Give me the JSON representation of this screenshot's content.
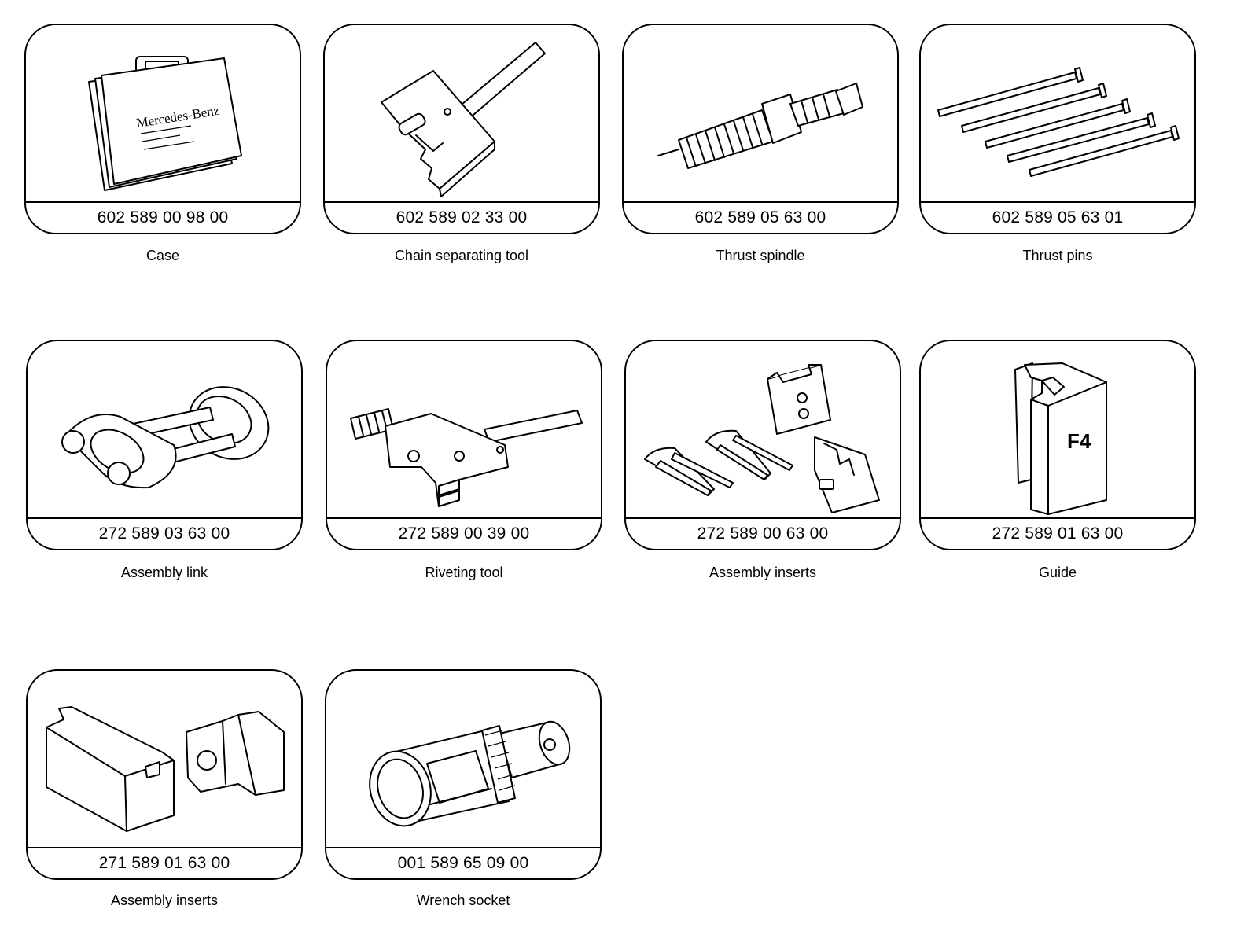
{
  "tools": [
    {
      "part_number": "602 589 00 98 00",
      "name": "Case",
      "icon": "case-icon",
      "case_brand": "Mercedes-Benz"
    },
    {
      "part_number": "602 589 02 33 00",
      "name": "Chain separating tool",
      "icon": "chain-separating-tool-icon"
    },
    {
      "part_number": "602 589 05 63 00",
      "name": "Thrust spindle",
      "icon": "thrust-spindle-icon"
    },
    {
      "part_number": "602 589 05 63 01",
      "name": "Thrust pins",
      "icon": "thrust-pins-icon"
    },
    {
      "part_number": "272 589 03 63 00",
      "name": "Assembly link",
      "icon": "assembly-link-icon"
    },
    {
      "part_number": "272 589 00 39 00",
      "name": "Riveting tool",
      "icon": "riveting-tool-icon"
    },
    {
      "part_number": "272 589 00 63 00",
      "name": "Assembly inserts",
      "icon": "assembly-inserts-icon"
    },
    {
      "part_number": "272 589 01 63 00",
      "name": "Guide",
      "icon": "guide-icon",
      "marking": "F4"
    },
    {
      "part_number": "271 589 01 63 00",
      "name": "Assembly inserts",
      "icon": "assembly-inserts-block-icon"
    },
    {
      "part_number": "001 589 65 09 00",
      "name": "Wrench socket",
      "icon": "wrench-socket-icon"
    }
  ]
}
